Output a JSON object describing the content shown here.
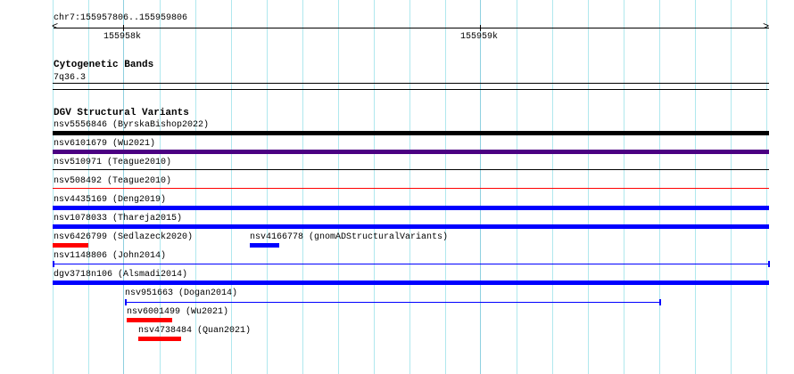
{
  "ruler": {
    "region": "chr7:155957806..155959806",
    "ticks": [
      "155958k",
      "155959k"
    ]
  },
  "cytobands": {
    "title": "Cytogenetic Bands",
    "band": "7q36.3"
  },
  "dgv": {
    "title": "DGV Structural Variants",
    "features": [
      {
        "label": "nsv5556846 (ByrskaBishop2022)",
        "color": "#000000"
      },
      {
        "label": "nsv6101679 (Wu2021)",
        "color": "#4b0082"
      },
      {
        "label": "nsv510971 (Teague2010)",
        "color": "#000000"
      },
      {
        "label": "nsv508492 (Teague2010)",
        "color": "#ff0000"
      },
      {
        "label": "nsv4435169 (Deng2019)",
        "color": "#0000ff"
      },
      {
        "label": "nsv1078033 (Thareja2015)",
        "color": "#0000ff"
      },
      {
        "label": "nsv6426799 (Sedlazeck2020)",
        "color": "#ff0000"
      },
      {
        "label": "nsv4166778 (gnomADStructuralVariants)",
        "color": "#0000ff"
      },
      {
        "label": "nsv1148806 (John2014)",
        "color": "#0000ff"
      },
      {
        "label": "dgv3718n106 (Alsmadi2014)",
        "color": "#0000ff"
      },
      {
        "label": "nsv951663 (Dogan2014)",
        "color": "#0000ff"
      },
      {
        "label": "nsv6001499 (Wu2021)",
        "color": "#ff0000"
      },
      {
        "label": "nsv4738484 (Quan2021)",
        "color": "#ff0000"
      }
    ]
  }
}
